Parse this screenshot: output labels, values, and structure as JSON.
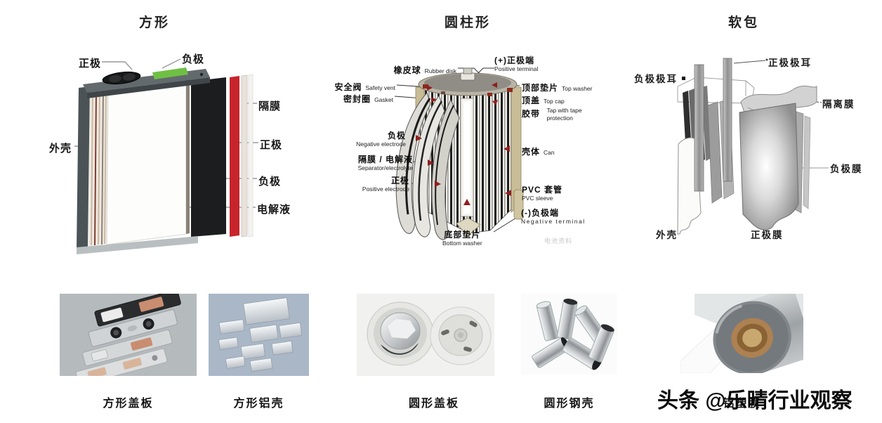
{
  "page": {
    "background": "#ffffff",
    "watermark": "头条 @乐晴行业观察"
  },
  "colors": {
    "cathode_red": "#c8242b",
    "anode_black": "#1c1d1e",
    "terminal_green": "#6fbf44",
    "case_gray": "#4b5357",
    "arrow_red": "#8f1f1f"
  },
  "prismatic": {
    "title": "方形",
    "labels": {
      "pos_terminal": "正极",
      "neg_terminal": "负极",
      "case": "外壳",
      "separator": "隔膜",
      "cathode": "正极",
      "anode": "负极",
      "electrolyte": "电解液"
    }
  },
  "cylindrical": {
    "title": "圆柱形",
    "labels": {
      "rubber_disk": {
        "zh": "橡皮球",
        "en": "Rubber disk"
      },
      "safety_vent": {
        "zh": "安全阀",
        "en": "Safety vent"
      },
      "gasket": {
        "zh": "密封圈",
        "en": "Gasket"
      },
      "negative_electrode": {
        "zh": "负极",
        "en": "Negative electrode"
      },
      "separator_electrolyte": {
        "zh": "隔膜 / 电解液",
        "en": "Separator/electrolyte"
      },
      "positive_electrode": {
        "zh": "正极",
        "en": "Positive electrode"
      },
      "positive_terminal": {
        "zh": "(+)正极端",
        "en": "Positive terminal"
      },
      "top_washer": {
        "zh": "顶部垫片",
        "en": "Top washer"
      },
      "top_cap": {
        "zh": "顶盖",
        "en": "Top cap"
      },
      "tape": {
        "zh": "胶带",
        "en": "Tap with tape protection"
      },
      "can": {
        "zh": "壳体",
        "en": "Can"
      },
      "pvc_sleeve": {
        "zh": "PVC 套管",
        "en": "PVC sleeve"
      },
      "negative_terminal": {
        "zh": "(-)负极端",
        "en": "Negative terminal"
      },
      "bottom_washer": {
        "zh": "底部垫片",
        "en": "Bottom washer"
      }
    },
    "watermark": "电池资料"
  },
  "pouch": {
    "title": "软包",
    "labels": {
      "neg_tab": "负极极耳",
      "pos_tab": "正极极耳",
      "separator": "隔离膜",
      "neg_film": "负极膜",
      "case": "外壳",
      "pos_film": "正极膜"
    }
  },
  "products": [
    {
      "caption": "方形盖板"
    },
    {
      "caption": "方形铝壳"
    },
    {
      "caption": "圆形盖板"
    },
    {
      "caption": "圆形钢壳"
    },
    {
      "caption": "铝塑膜"
    }
  ]
}
